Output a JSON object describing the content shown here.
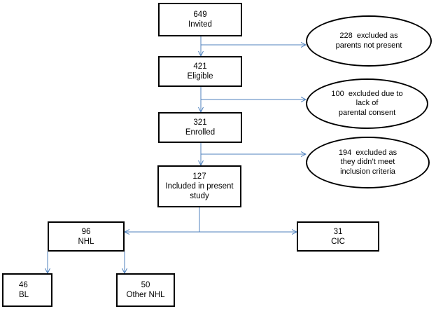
{
  "colors": {
    "connector": "#4f81bd",
    "border": "#000000"
  },
  "flow": {
    "invited": {
      "count": "649",
      "label": "Invited"
    },
    "excluded_parents": {
      "line1": "228  excluded as",
      "line2": "parents not present"
    },
    "eligible": {
      "count": "421",
      "label": "Eligible"
    },
    "excluded_consent": {
      "line1": "100  excluded due to",
      "line2": "lack of",
      "line3": "parental consent"
    },
    "enrolled": {
      "count": "321",
      "label": "Enrolled"
    },
    "excluded_criteria": {
      "line1": "194  excluded as",
      "line2": "they didn’t meet",
      "line3": "inclusion criteria"
    },
    "included": {
      "count": "127",
      "line1": "Included in present",
      "line2": "study"
    },
    "nhl": {
      "count": "96",
      "label": "NHL"
    },
    "cic": {
      "count": "31",
      "label": "CIC"
    },
    "bl": {
      "count": "46",
      "label": "BL"
    },
    "other_nhl": {
      "count": "50",
      "label": "Other NHL"
    }
  }
}
